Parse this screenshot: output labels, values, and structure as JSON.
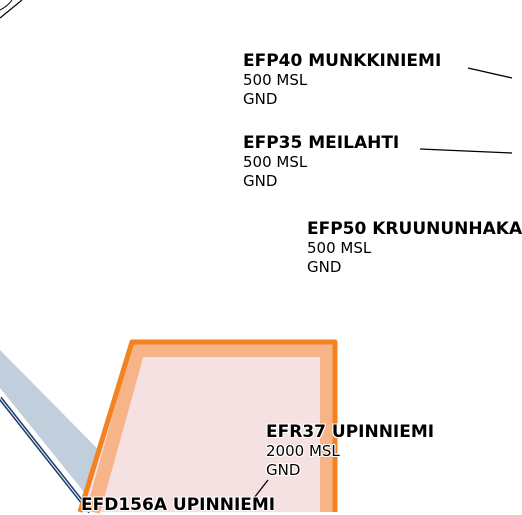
{
  "map": {
    "airspaces": [
      {
        "id": "efp40",
        "name": "EFP40 MUNKKINIEMI",
        "upper": "500 MSL",
        "lower": "GND"
      },
      {
        "id": "efp35",
        "name": "EFP35 MEILAHTI",
        "upper": "500 MSL",
        "lower": "GND"
      },
      {
        "id": "efp50",
        "name": "EFP50 KRUUNUNHAKA",
        "upper": "500 MSL",
        "lower": "GND"
      },
      {
        "id": "efr37",
        "name": "EFR37 UPINNIEMI",
        "upper": "2000 MSL",
        "lower": "GND"
      },
      {
        "id": "efd156a",
        "name": "EFD156A UPINNIEMI"
      }
    ],
    "colors": {
      "restricted_outline": "#f58220",
      "restricted_fill": "#f5e1e1",
      "restricted_inner_band": "#f8b489",
      "corridor_fill": "#c1cfdc",
      "corridor_edge": "#1b3d6b",
      "leader_line": "#000000"
    }
  }
}
